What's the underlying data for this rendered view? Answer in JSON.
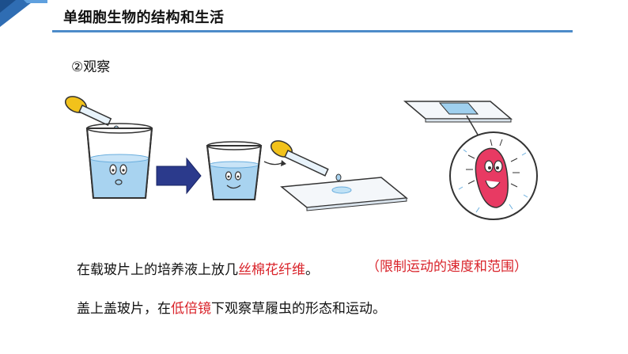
{
  "header": {
    "title": "单细胞生物的结构和生活",
    "accent_color": "#4d8bc9"
  },
  "step": {
    "label": "②观察"
  },
  "illustration": {
    "icons": [
      "dropper-icon",
      "beaker-icon",
      "arrow-right-icon",
      "glass-slide-icon",
      "paramecium-icon"
    ]
  },
  "text": {
    "line1_prefix": "在载玻片上的培养液上放几",
    "line1_highlight": "丝棉花纤维",
    "line1_suffix": "。",
    "note": "（限制运动的速度和范围）",
    "line2_prefix": "盖上盖玻片，在",
    "line2_highlight": "低倍镜",
    "line2_suffix": "下观察草履虫的形态和运动。",
    "highlight_color": "#d9232a"
  }
}
